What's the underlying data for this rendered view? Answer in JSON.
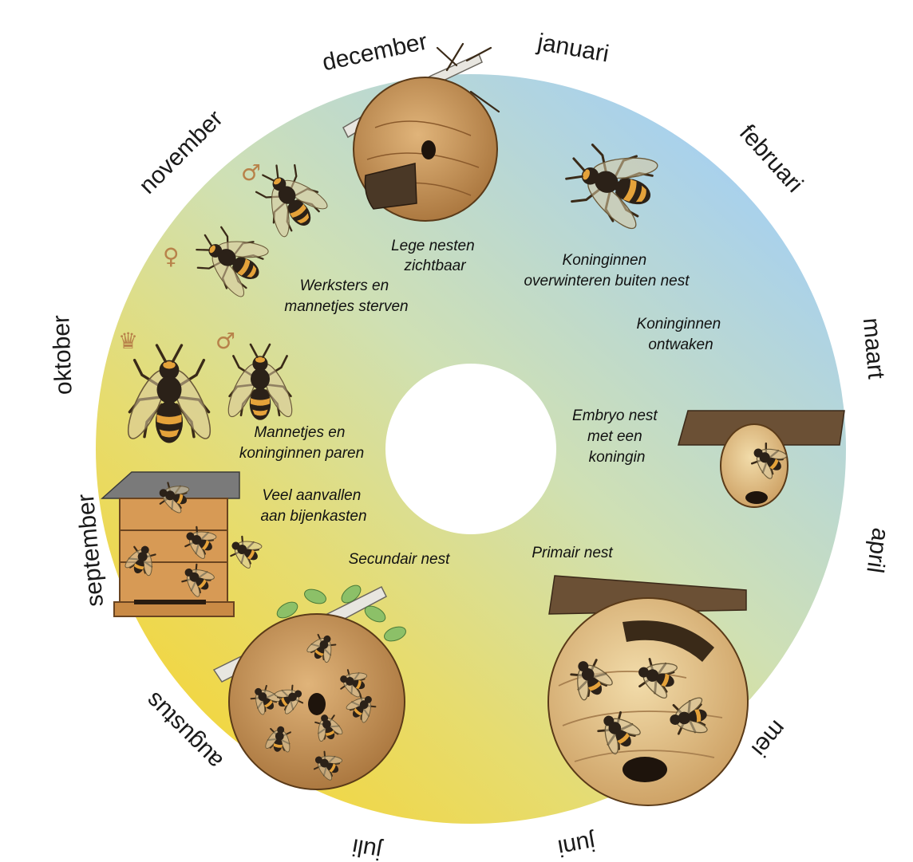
{
  "months": [
    {
      "key": "januari",
      "label": "januari"
    },
    {
      "key": "februari",
      "label": "februari"
    },
    {
      "key": "maart",
      "label": "maart"
    },
    {
      "key": "april",
      "label": "april"
    },
    {
      "key": "mei",
      "label": "mei"
    },
    {
      "key": "juni",
      "label": "juni"
    },
    {
      "key": "juli",
      "label": "juli"
    },
    {
      "key": "augustus",
      "label": "augustus"
    },
    {
      "key": "september",
      "label": "september"
    },
    {
      "key": "oktober",
      "label": "oktober"
    },
    {
      "key": "november",
      "label": "november"
    },
    {
      "key": "december",
      "label": "december"
    }
  ],
  "captions": {
    "empty_nests": [
      "Lege nesten",
      "zichtbaar"
    ],
    "queens_overwinter": [
      "Koninginnen",
      "overwinteren buiten nest"
    ],
    "queens_wake": [
      "Koninginnen",
      "ontwaken"
    ],
    "embryo_nest": [
      "Embryo nest",
      "met een",
      "koningin"
    ],
    "primary_nest": [
      "Primair nest"
    ],
    "secondary_nest": [
      "Secundair nest"
    ],
    "beehive_attacks": [
      "Veel aanvallen",
      "aan bijenkasten"
    ],
    "mating": [
      "Mannetjes en",
      "koninginnen paren"
    ],
    "workers_die": [
      "Werksters en",
      "mannetjes sterven"
    ]
  },
  "symbols": {
    "male": "♂",
    "female": "♀",
    "queen": "♛"
  },
  "colors": {
    "ring_blue": "#a9d2ee",
    "ring_yellow": "#f0d64a",
    "nest_brown": "#c9955a",
    "hive_wood": "#d79a55",
    "hornet_orange": "#e5a23a",
    "hornet_dark": "#2b2118"
  },
  "icons": [
    "hornet-icon",
    "nest-icon",
    "beehive-icon",
    "branch-icon",
    "comb-icon"
  ]
}
